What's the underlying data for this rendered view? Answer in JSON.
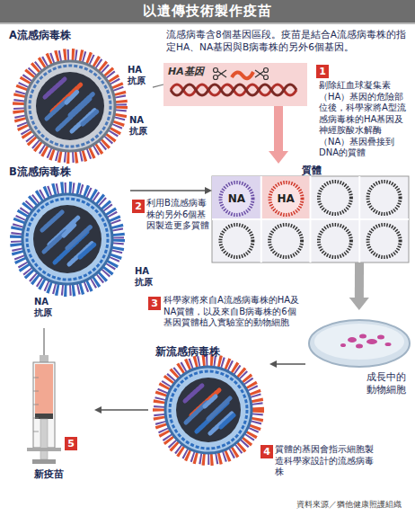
{
  "diagram": {
    "title": "以遺傳技術製作疫苗",
    "nodes": [
      {
        "text": [
          "A流感病毒株"
        ]
      },
      {
        "text": [
          "HA基因"
        ]
      },
      {
        "text": [
          "質體"
        ]
      },
      {
        "text": [
          "NA"
        ],
        "in": 2
      },
      {
        "text": [
          "HA"
        ],
        "in": 2
      },
      {
        "text": [
          "B流感病毒株"
        ]
      },
      {
        "text": [
          "成長中的動物細胞"
        ]
      },
      {
        "text": [
          "新流感病毒株"
        ]
      },
      {
        "text": [
          "新疫苗"
        ]
      }
    ],
    "edges": [
      {
        "from": 0,
        "to": 1,
        "arrow": "none"
      },
      {
        "from": 1,
        "to": 2,
        "arrow": "to"
      },
      {
        "from": 5,
        "to": 2,
        "arrow": "to"
      },
      {
        "from": 2,
        "to": 6,
        "arrow": "to"
      },
      {
        "from": 6,
        "to": 7,
        "arrow": "to"
      },
      {
        "from": 7,
        "to": 8,
        "arrow": "to"
      }
    ],
    "labels": [
      "流感病毒含8個基因區段。疫苗是結合A流感病毒株的指定HA、NA基因與B病毒株的另外6個基因。",
      "HA 抗原",
      "NA 抗原",
      "1",
      "剔除紅血球凝集素（HA）基因的危險部位後，科學家將A型流感病毒株的HA基因及神經胺酸水解酶（NA）基因疊接到DNA的質體",
      "2",
      "利用B流感病毒株的另外6個基因製造更多質體",
      "HA 抗原",
      "NA 抗原",
      "3",
      "科學家將來自A流感病毒株的HA及NA質體，以及來自B病毒株的6個基因質體植入實驗室的動物細胞",
      "4",
      "質體的基因會指示細胞製造科學家設計的流感病毒株",
      "5",
      "資料來源／猶他健康照護組織"
    ]
  }
}
